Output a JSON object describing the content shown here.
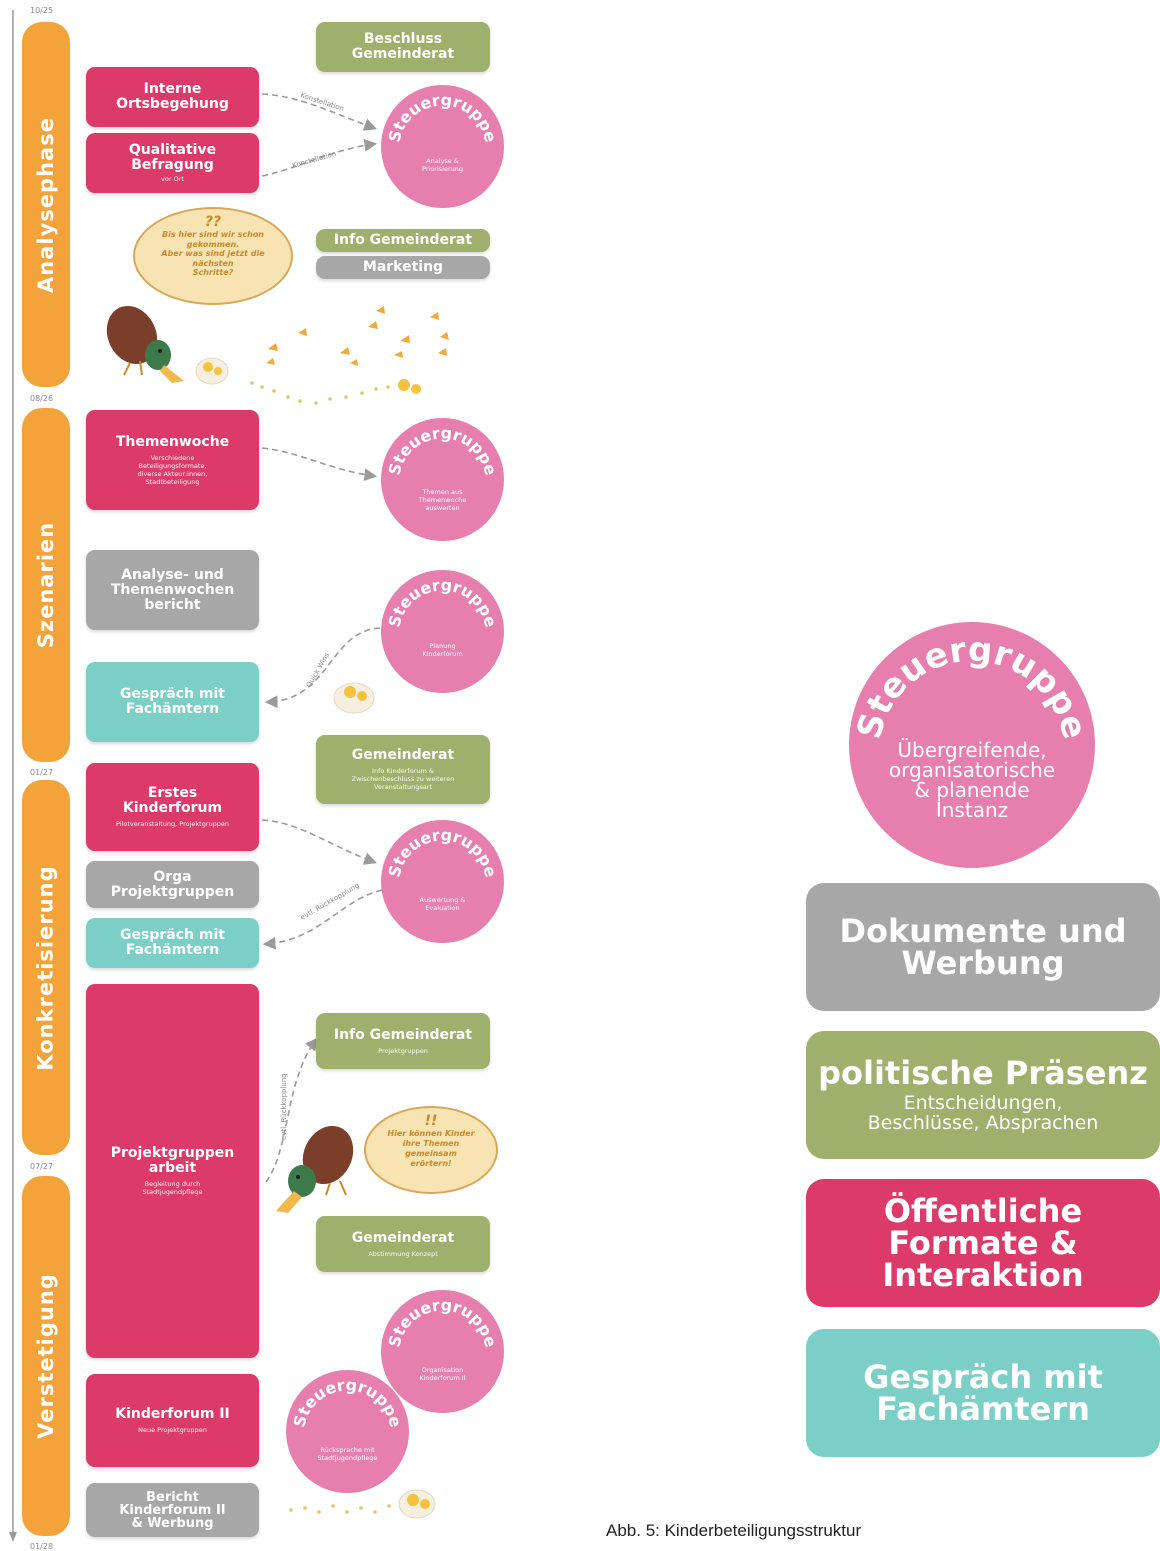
{
  "dates": [
    "10/25",
    "08/26",
    "01/27",
    "07/27",
    "01/28"
  ],
  "phases": [
    "Analysephase",
    "Szenarien",
    "Konkretisierung",
    "Verstetigung"
  ],
  "boxes": {
    "beschluss": {
      "title": "Beschluss\nGemeinderat"
    },
    "interne": {
      "title": "Interne\nOrtsbegehung"
    },
    "qualitative": {
      "title": "Qualitative\nBefragung",
      "sub": "vor Ort"
    },
    "info_gr_1": {
      "title": "Info Gemeinderat"
    },
    "marketing": {
      "title": "Marketing"
    },
    "themenwoche": {
      "title": "Themenwoche",
      "sub": "Verschiedene\nBeteiligungsformate,\ndiverse Akteur:innen,\nStadtbeteiligung"
    },
    "analyse": {
      "title": "Analyse- und\nThemenwochen\nbericht"
    },
    "gespraech_1": {
      "title": "Gespräch mit\nFachämtern"
    },
    "gemeinderat_1": {
      "title": "Gemeinderat",
      "sub": "Info Kinderforum &\nZwischenbeschluss zu weiteren\nVeranstaltungsart"
    },
    "erstes": {
      "title": "Erstes\nKinderforum",
      "sub": "Pilotveranstaltung, Projektgruppen"
    },
    "orga": {
      "title": "Orga\nProjektgruppen"
    },
    "gespraech_2": {
      "title": "Gespräch mit\nFachämtern"
    },
    "projektgruppen": {
      "title": "Projektgruppen\narbeit",
      "sub": "Begleitung durch\nStadtjugendpflege"
    },
    "info_gr_2": {
      "title": "Info Gemeinderat",
      "sub": "Projektgruppen"
    },
    "gemeinderat_2": {
      "title": "Gemeinderat",
      "sub": "Abstimmung Konzept"
    },
    "kinderforum2": {
      "title": "Kinderforum II",
      "sub": "Neue Projektgruppen"
    },
    "bericht": {
      "title": "Bericht\nKinderforum II\n& Werbung"
    }
  },
  "circle_label": "Steuergruppe",
  "circles": [
    {
      "sub": "Analyse &\nPriorisierung"
    },
    {
      "sub": "Themen aus\nThemenwoche\nauswerten"
    },
    {
      "sub": "Planung\nKinderforum"
    },
    {
      "sub": "Auswertung &\nEvaluation"
    },
    {
      "sub": "Organisation\nKinderforum II"
    },
    {
      "sub": "Rücksprache mit\nStadtjugendpflege"
    }
  ],
  "arrow_labels": [
    "Konstellation",
    "Konstellation",
    "Quick Wins",
    "evtl. Rückkopplung",
    "evtl. Rückkopplung"
  ],
  "bubbles": {
    "one": {
      "mark": "??",
      "text": "Bis hier sind wir schon\ngekommen.\nAber was sind jetzt die\nnächsten\nSchritte?"
    },
    "two": {
      "mark": "!!",
      "text": "Hier können Kinder\nihre Themen\ngemeinsam\nerörtern!"
    }
  },
  "legend": {
    "circle_title": "Steuergruppe",
    "circle_sub": "Übergreifende,\norganisatorische\n& planende\nInstanz",
    "dokumente": "Dokumente und\nWerbung",
    "politische_title": "politische Präsenz",
    "politische_sub": "Entscheidungen,\nBeschlüsse, Absprachen",
    "oeffentliche": "Öffentliche\nFormate &\nInteraktion",
    "gespraech": "Gespräch mit\nFachämtern"
  },
  "caption": "Abb. 5: Kinderbeteiligungsstruktur",
  "colors": {
    "phase": "#f3a33a",
    "pink": "#dc3b6a",
    "grey": "#a7a7a7",
    "green": "#9eb06b",
    "teal": "#7ccfc7",
    "circle": "#e77fae"
  }
}
